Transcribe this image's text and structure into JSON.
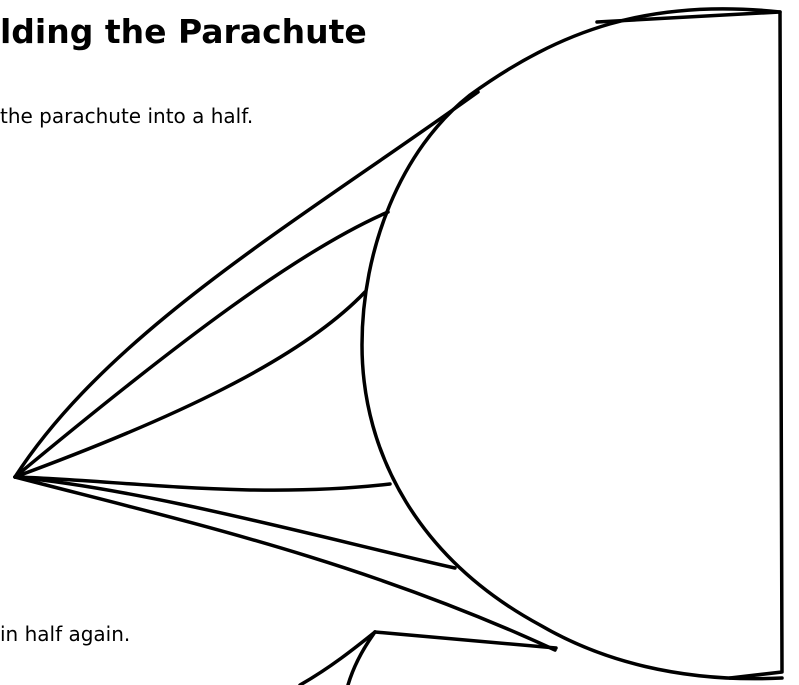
{
  "document": {
    "heading": "lding the Parachute",
    "steps": [
      {
        "text": "the parachute into a half."
      },
      {
        "text": "in half again."
      }
    ]
  },
  "illustration": {
    "subject": "folded-parachute-illustration",
    "stroke_color": "#000000",
    "background_color": "#ffffff"
  }
}
